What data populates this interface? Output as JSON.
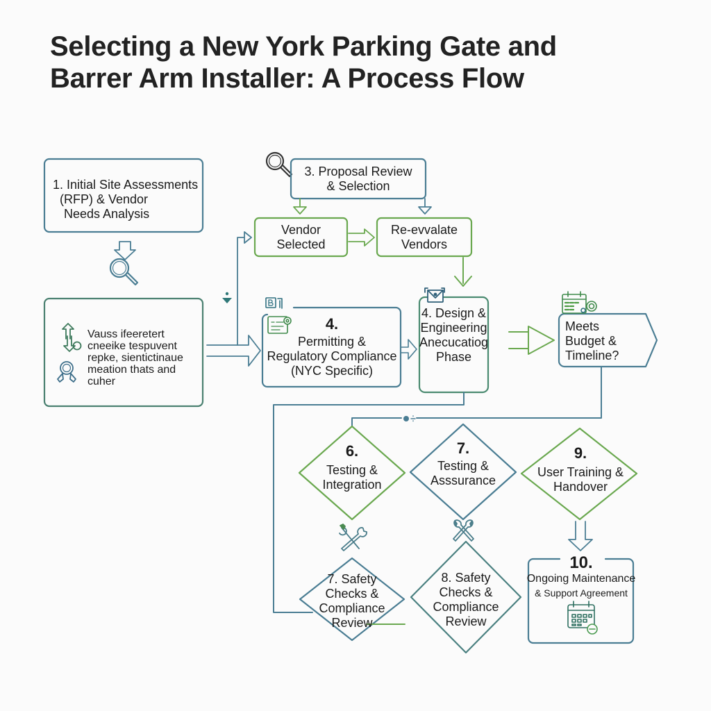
{
  "title": {
    "line1": "Selecting a New York Parking Gate and",
    "line2": "Barrer Arm Installer: A Process Flow"
  },
  "colors": {
    "blue": "#4a7d93",
    "green": "#6aa84f",
    "text": "#1c1c1c",
    "background": "#fbfbfb"
  },
  "nodes": {
    "initial": {
      "lines": [
        "1. Initial Site Assessments",
        "(RFP) & Vendor",
        "Needs Analysis"
      ]
    },
    "vendor_notes": {
      "lines": [
        "Vauss ifeeretert",
        "cneeike tespuvent",
        "repke, sientictinaue",
        "meation thats and",
        "cuher"
      ]
    },
    "proposal": {
      "lines": [
        "3. Proposal Review",
        "& Selection"
      ]
    },
    "vendor_selected": {
      "lines": [
        "Vendor",
        "Selected"
      ]
    },
    "re_evaluate": {
      "lines": [
        "Re-evvalate",
        "Vendors"
      ]
    },
    "permitting": {
      "number": "4.",
      "lines": [
        "Permitting &",
        "Regulatory Compliance",
        "(NYC Specific)"
      ]
    },
    "design": {
      "lines": [
        "4. Design &",
        "Engineering",
        "Anecucatiog",
        "Phase"
      ]
    },
    "budget": {
      "lines": [
        "Meets",
        "Budget &",
        "Timeline?"
      ]
    },
    "testing_integration": {
      "number": "6.",
      "lines": [
        "Testing &",
        "Integration"
      ]
    },
    "testing_assurance": {
      "number": "7.",
      "lines": [
        "Testing &",
        "Asssurance"
      ]
    },
    "training": {
      "number": "9.",
      "lines": [
        "User Training &",
        "Handover"
      ]
    },
    "safety7": {
      "lines": [
        "7. Safety",
        "Checks &",
        "Compliance",
        "Review"
      ]
    },
    "safety8": {
      "lines": [
        "8. Safety",
        "Checks &",
        "Compliance",
        "Review"
      ]
    },
    "maintenance": {
      "number": "10.",
      "lines": [
        "Ongoing Maintenance",
        "& Support Agreement"
      ]
    }
  },
  "icons": [
    "magnifier-icon",
    "document-icon",
    "envelope-icon",
    "calendar-gear-icon",
    "wrench-screwdriver-icon",
    "calendar-icon",
    "arrows-updown-icon",
    "pin-icon"
  ]
}
